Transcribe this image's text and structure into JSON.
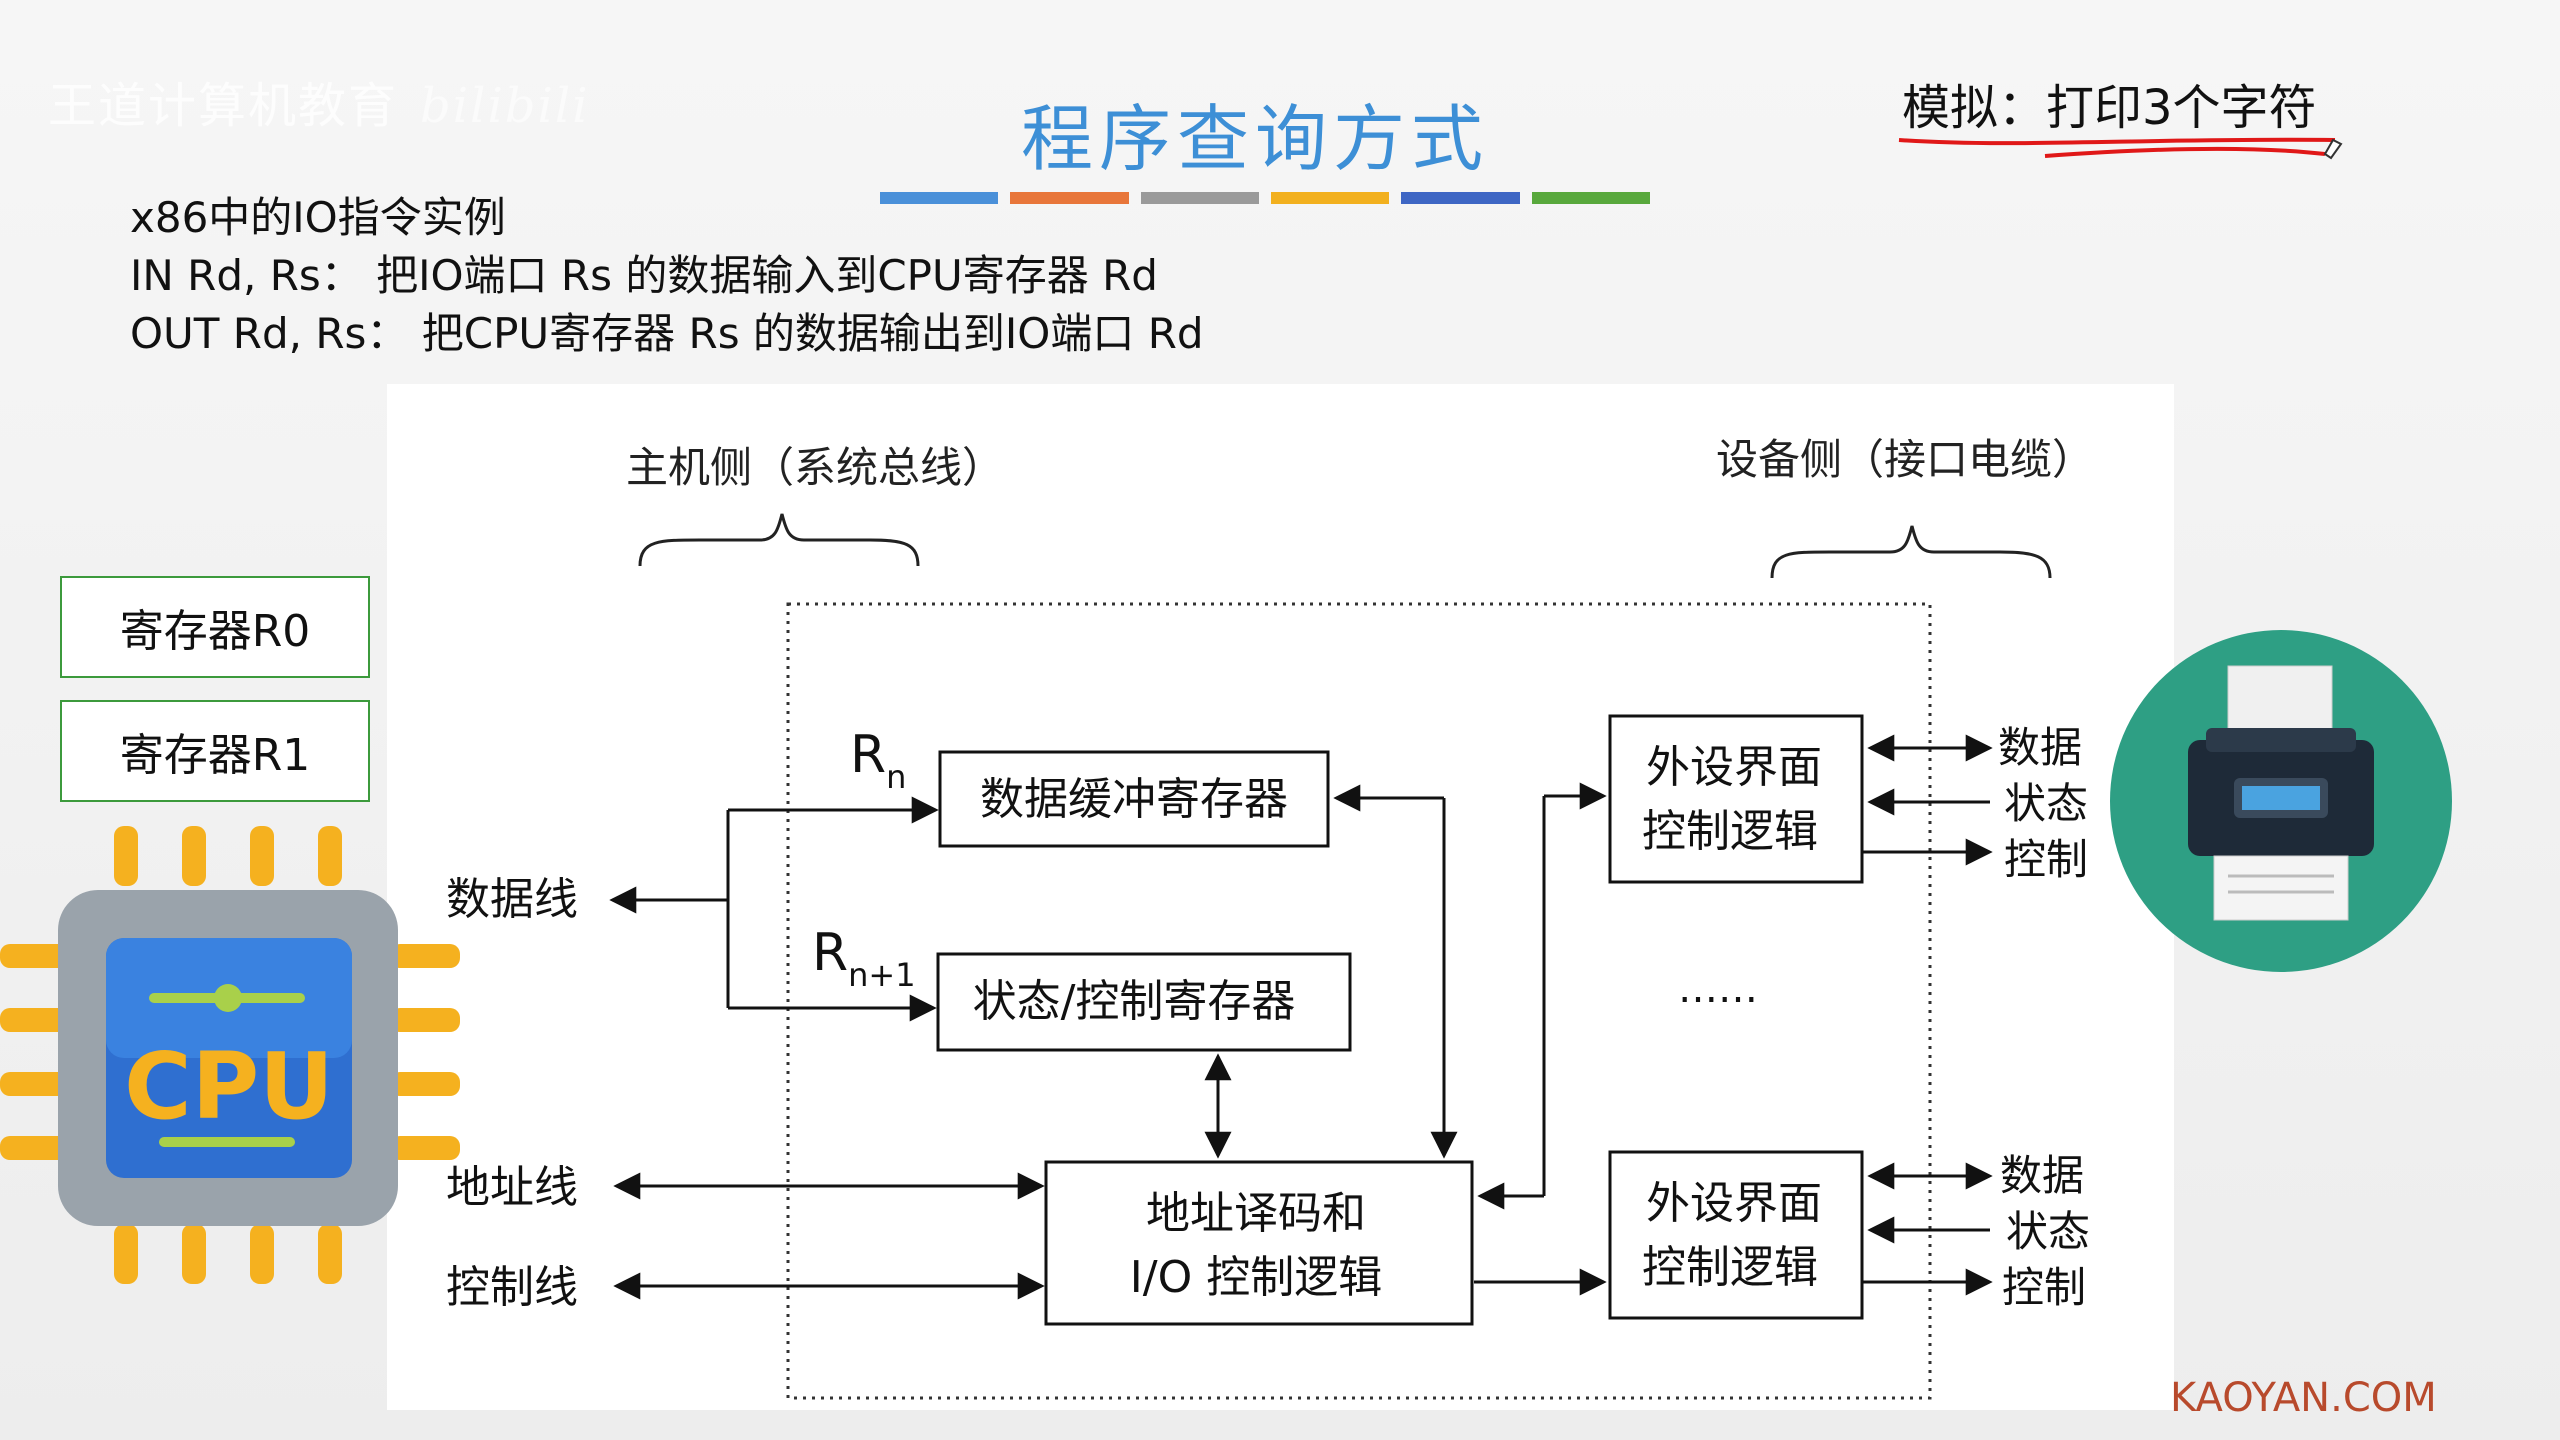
{
  "watermark": {
    "text": "王道计算机教育",
    "logo": "bilibili"
  },
  "title": "程序查询方式",
  "color_bars": [
    "#4a90d9",
    "#e8763a",
    "#9a9a9a",
    "#f2b01e",
    "#3e66c4",
    "#58a83c"
  ],
  "note": "模拟：打印3个字符",
  "instructions": {
    "heading": "x86中的IO指令实例",
    "in_line": "IN Rd, Rs：  把IO端口 Rs 的数据输入到CPU寄存器 Rd",
    "out_line": "OUT Rd, Rs：  把CPU寄存器 Rs 的数据输出到IO端口 Rd"
  },
  "registers": {
    "r0": "寄存器R0",
    "r1": "寄存器R1"
  },
  "cpu_label": "CPU",
  "diagram": {
    "host_side": "主机侧（系统总线）",
    "device_side": "设备侧（接口电缆）",
    "data_line": "数据线",
    "addr_line": "地址线",
    "ctrl_line": "控制线",
    "rn": "R",
    "rn_sub": "n",
    "rn1": "R",
    "rn1_sub": "n+1",
    "data_buffer": "数据缓冲寄存器",
    "status_ctrl_reg": "状态/控制寄存器",
    "decode_line1": "地址译码和",
    "decode_line2": "I/O 控制逻辑",
    "periph1_line1": "外设界面",
    "periph1_line2": "控制逻辑",
    "periph2_line1": "外设界面",
    "periph2_line2": "控制逻辑",
    "ellipsis": "……",
    "sig_data": "数据",
    "sig_status": "状态",
    "sig_ctrl": "控制"
  },
  "site_mark": "KAOYAN.COM"
}
